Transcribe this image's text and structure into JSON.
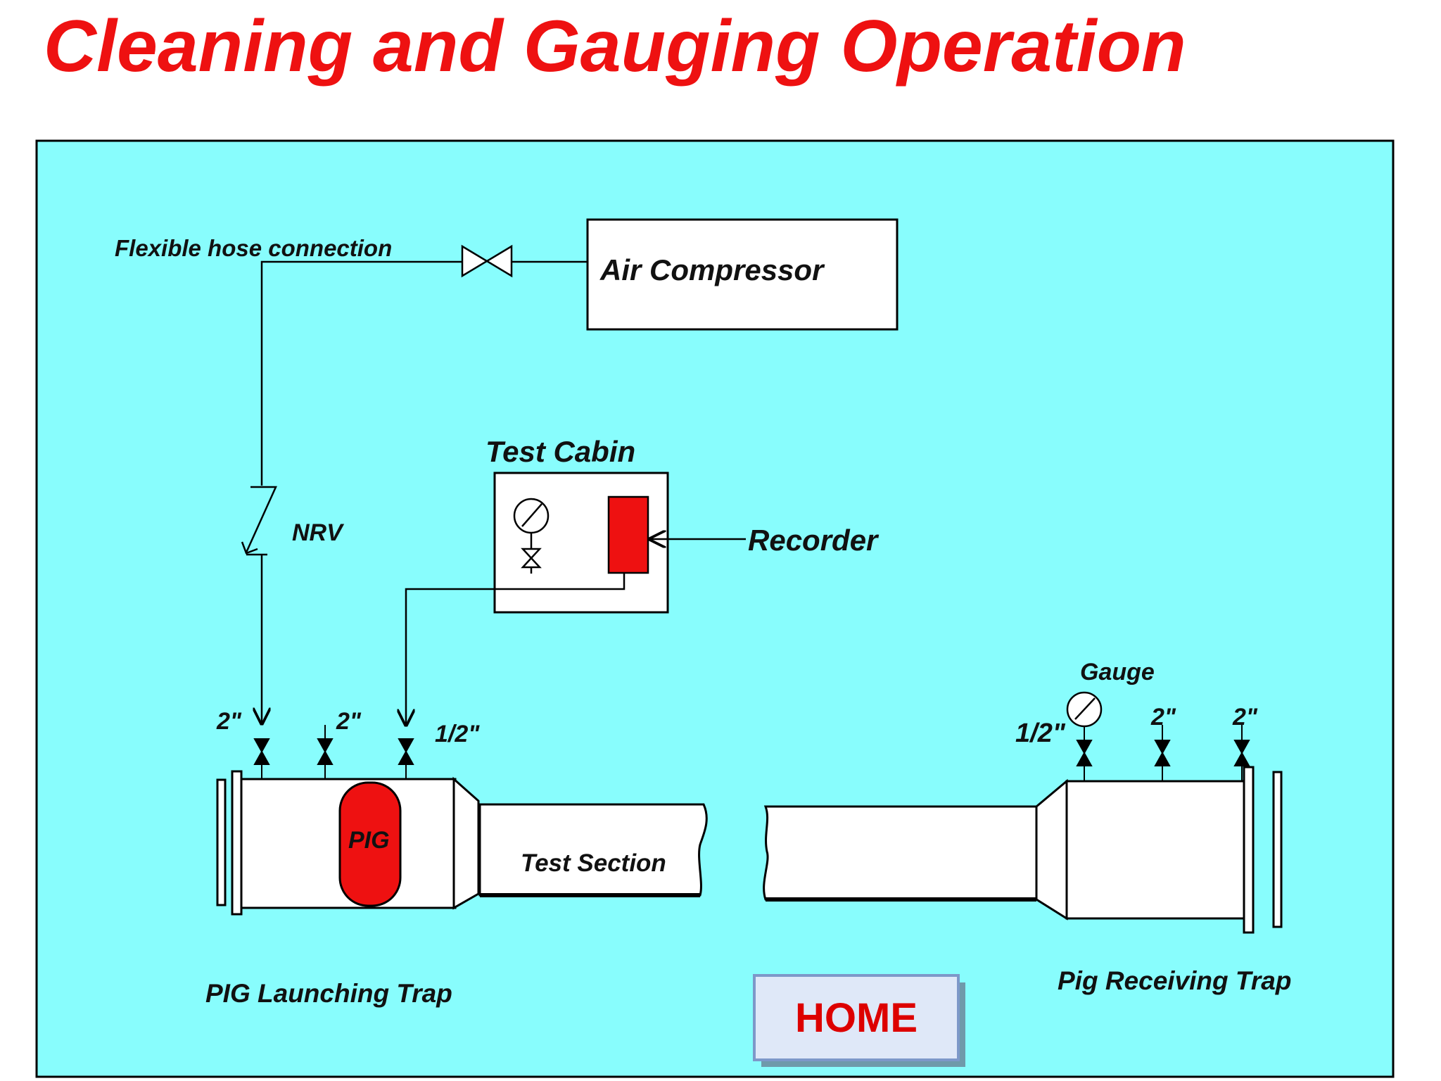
{
  "title": "Cleaning and Gauging Operation",
  "colors": {
    "title": "#ee1111",
    "panel": "#88fdfd",
    "pig": "#ee1111",
    "recorder": "#ee1111",
    "home_text": "#dd0000",
    "home_face": "#dfe8f8"
  },
  "labels": {
    "flexible_hose": "Flexible hose connection",
    "air_compressor": "Air Compressor",
    "test_cabin": "Test Cabin",
    "nrv": "NRV",
    "recorder": "Recorder",
    "gauge": "Gauge",
    "pig": "PIG",
    "test_section": "Test Section",
    "launching_trap": "PIG Launching Trap",
    "receiving_trap": "Pig Receiving Trap"
  },
  "valve_sizes": {
    "launch_1": "2\"",
    "launch_2": "2\"",
    "launch_3": "1/2\"",
    "receive_1": "1/2\"",
    "receive_2": "2\"",
    "receive_3": "2\""
  },
  "home_button": {
    "label": "HOME"
  }
}
